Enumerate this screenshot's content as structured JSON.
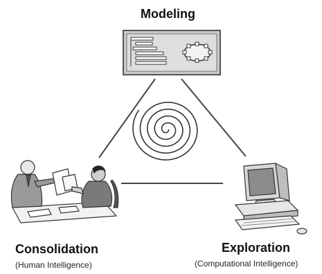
{
  "nodes": {
    "modeling": {
      "title": "Modeling",
      "icon": "model-window-icon"
    },
    "consolidation": {
      "title": "Consolidation",
      "subtitle": "(Human Intelligence)",
      "icon": "meeting-people-icon"
    },
    "exploration": {
      "title": "Exploration",
      "subtitle": "(Computational Intelligence)",
      "icon": "desktop-computer-icon"
    }
  },
  "center": {
    "icon": "spiral-icon"
  },
  "colors": {
    "line": "#444444",
    "panel_fill": "#d9d9d9",
    "panel_border": "#555555"
  }
}
